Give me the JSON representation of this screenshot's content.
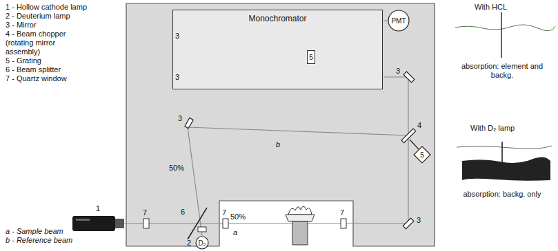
{
  "diagram": {
    "nodes": [
      {
        "text": [
          "Monochromator"
        ]
      },
      {
        "text": [
          "5"
        ],
        "in": 0
      },
      {
        "text": [
          "PMT"
        ]
      },
      {
        "text": [
          "5"
        ]
      },
      {
        "text": [
          "D₂"
        ]
      }
    ],
    "labels": [
      "1 - Hollow cathode lamp",
      "2 - Deuterium lamp",
      "3 - Mirror",
      "4 - Beam chopper (rotating mirror assembly)",
      "5 - Grating",
      "6 - Beam splitter",
      "7 - Quartz window",
      "a - Sample beam",
      "b - Reference beam",
      "3",
      "3",
      "3",
      "4",
      "3",
      "50%",
      "b",
      "1",
      "7",
      "6",
      "7",
      "50%",
      "a",
      "7",
      "3",
      "2",
      "With HCL",
      "absorption: element and backg.",
      "With D₂ lamp",
      "absorption: backg. only"
    ]
  }
}
